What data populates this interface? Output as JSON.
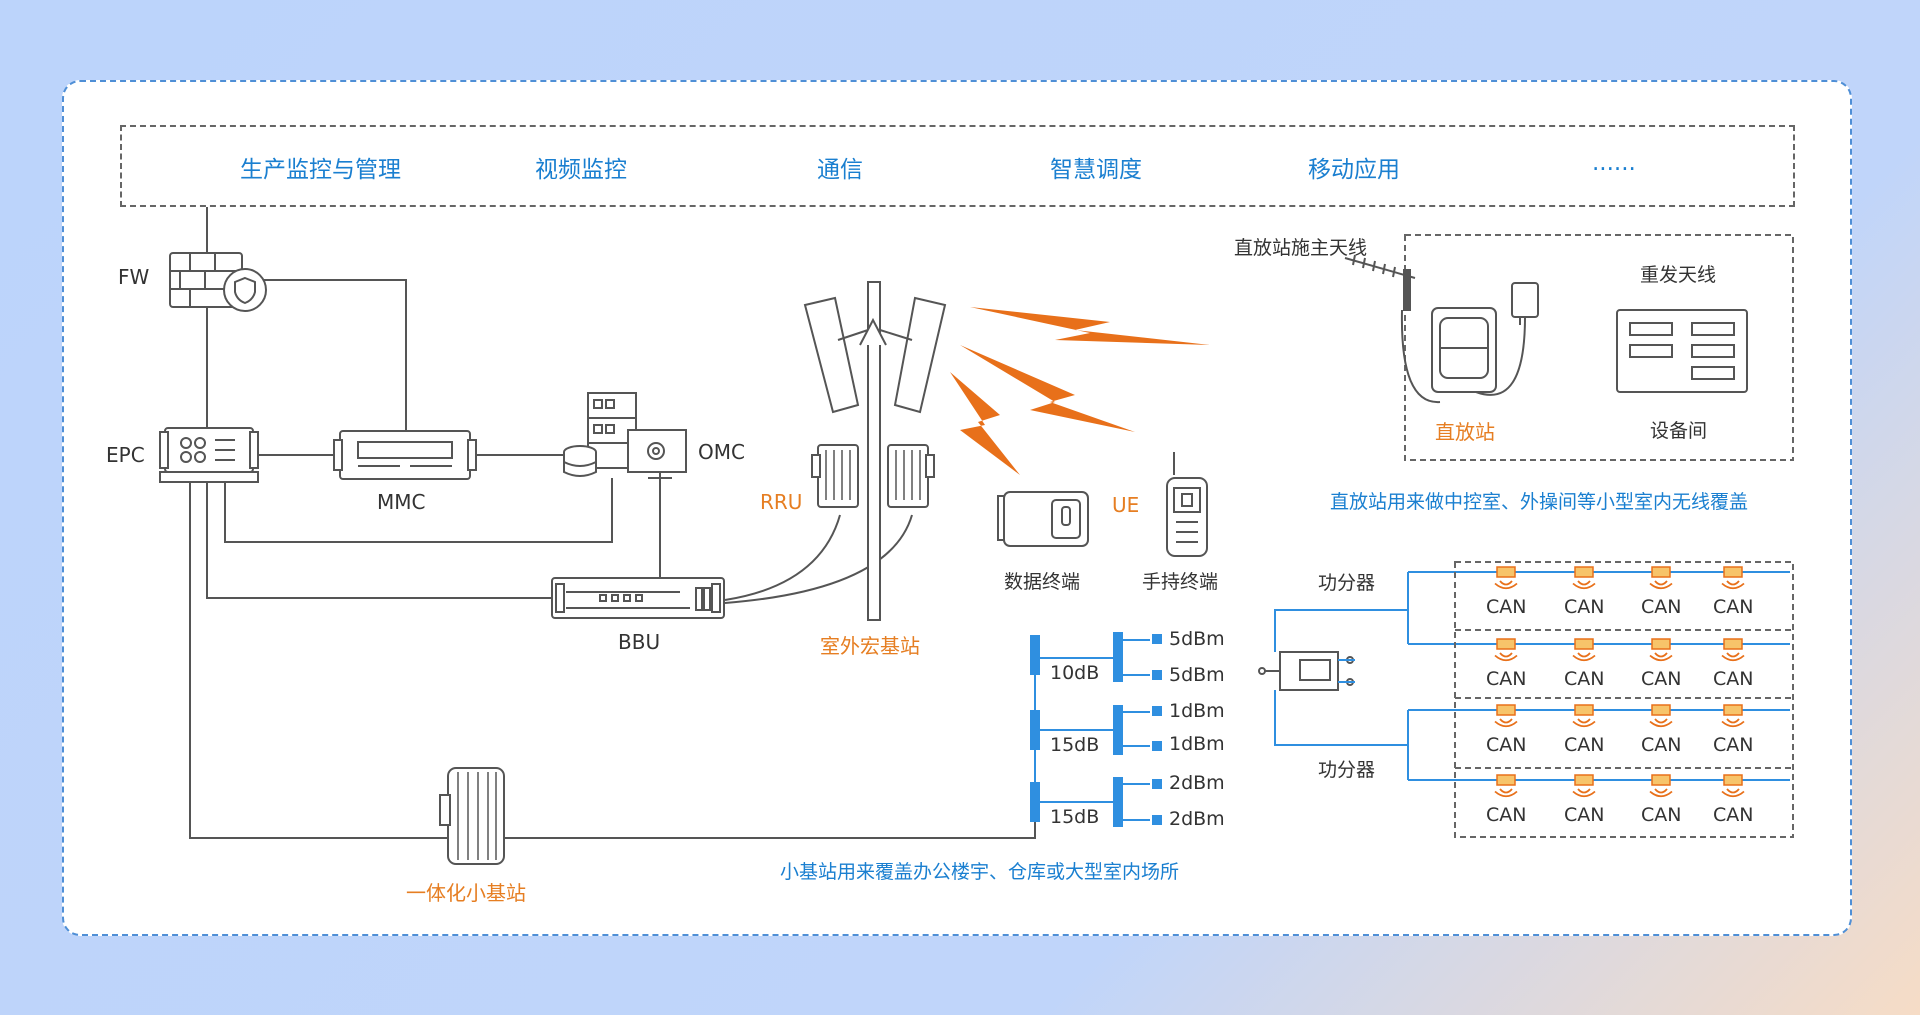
{
  "apps": [
    "生产监控与管理",
    "视频监控",
    "通信",
    "智慧调度",
    "移动应用",
    "......"
  ],
  "labels": {
    "fw": "FW",
    "epc": "EPC",
    "mmc": "MMC",
    "omc": "OMC",
    "bbu": "BBU",
    "rru": "RRU",
    "macro": "室外宏基站",
    "ue": "UE",
    "data_terminal": "数据终端",
    "handheld_terminal": "手持终端",
    "repeater_donor_antenna": "直放站施主天线",
    "retransmit_antenna": "重发天线",
    "repeater": "直放站",
    "equipment_room": "设备间",
    "repeater_note": "直放站用来做中控室、外操间等小型室内无线覆盖",
    "splitter_top": "功分器",
    "splitter_bottom": "功分器",
    "small_cell": "一体化小基站",
    "small_cell_note": "小基站用来覆盖办公楼宇、仓库或大型室内场所"
  },
  "couplers": [
    "10dB",
    "15dB",
    "15dB"
  ],
  "power_levels": [
    "5dBm",
    "5dBm",
    "1dBm",
    "1dBm",
    "2dBm",
    "2dBm"
  ],
  "can_label": "CAN",
  "colors": {
    "accent_blue": "#1a7fd0",
    "accent_orange": "#e67e22",
    "line": "#555555",
    "lightning": "#e8701a"
  }
}
